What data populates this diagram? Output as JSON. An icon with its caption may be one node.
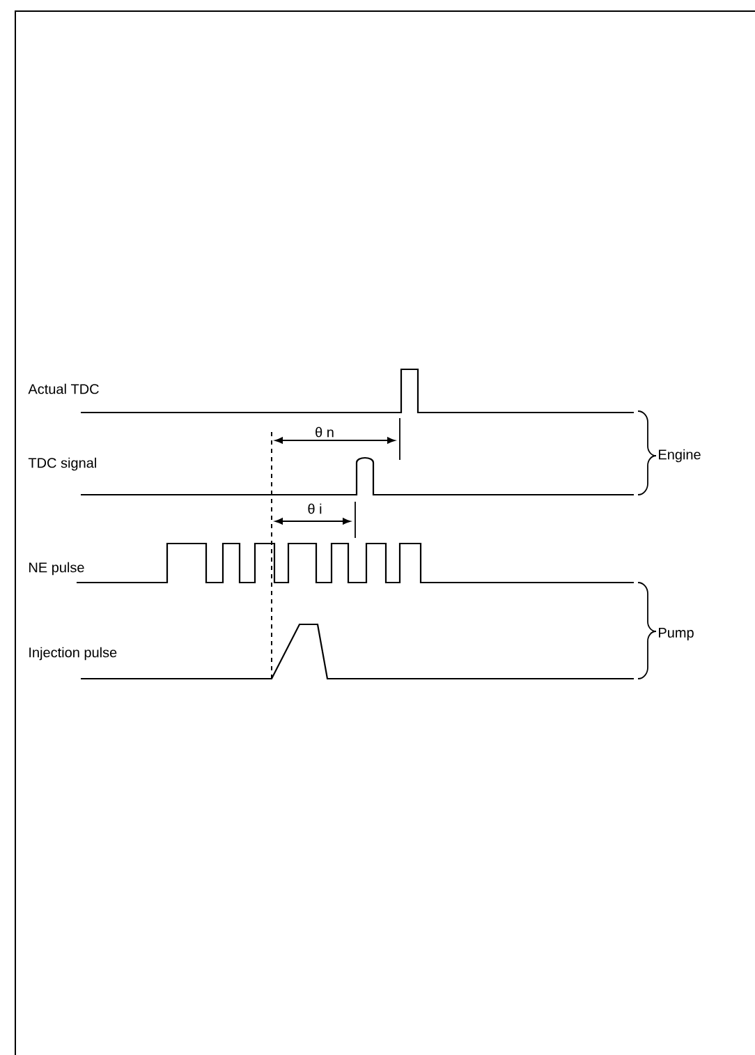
{
  "diagram": {
    "labels": [
      "Actual TDC",
      "θ n",
      "TDC signal",
      "θ i",
      "Engine",
      "NE pulse",
      "Injection pulse",
      "Pump"
    ]
  }
}
